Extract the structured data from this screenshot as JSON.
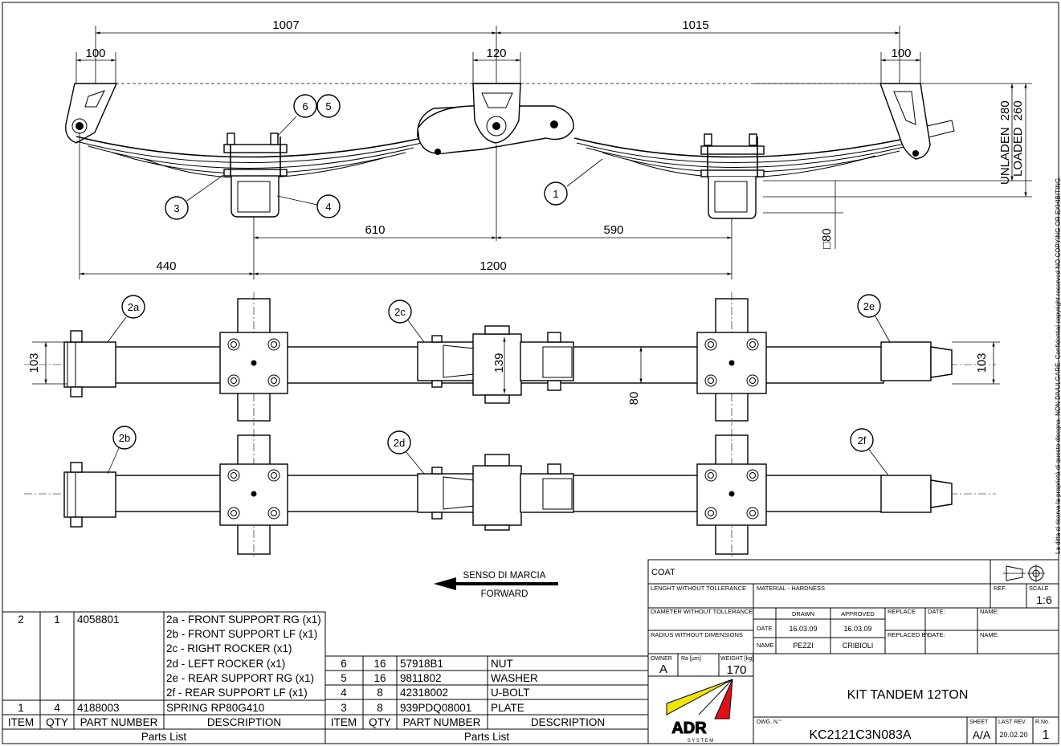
{
  "top_view_dims": {
    "d1007": "1007",
    "d1015": "1015",
    "d100a": "100",
    "d120": "120",
    "d100b": "100",
    "d610": "610",
    "d590": "590",
    "d440": "440",
    "d1200": "1200",
    "d80sq": "□80",
    "unladen": "UNLADEN",
    "unladen_val": "280",
    "loaded": "LOADED",
    "loaded_val": "260"
  },
  "plan_dims": {
    "d103a": "103",
    "d139": "139",
    "d80": "80",
    "d103b": "103"
  },
  "balloons": [
    "1",
    "3",
    "4",
    "6",
    "5",
    "2a",
    "2b",
    "2c",
    "2d",
    "2e",
    "2f"
  ],
  "direction": {
    "it": "SENSO DI MARCIA",
    "en": "FORWARD"
  },
  "side_notice": "La ditta si riserva la proprietà di questo disegno. NON DIVULGARE. Confidential copyright reserved NO COPYING OR EXHIBITING.",
  "parts_list_left": {
    "headers": [
      "ITEM",
      "QTY",
      "PART NUMBER",
      "DESCRIPTION"
    ],
    "rows": [
      {
        "item": "2",
        "qty": "1",
        "part": "4058801",
        "desc": [
          "2a - FRONT SUPPORT RG (x1)",
          "2b - FRONT SUPPORT LF (x1)",
          "2c - RIGHT ROCKER (x1)",
          "2d - LEFT ROCKER (x1)",
          "2e - REAR SUPPORT RG (x1)",
          "2f - REAR SUPPORT LF (x1)"
        ]
      },
      {
        "item": "1",
        "qty": "4",
        "part": "4188003",
        "desc": [
          "SPRING RP80G410"
        ]
      }
    ],
    "title": "Parts List"
  },
  "parts_list_right": {
    "headers": [
      "ITEM",
      "QTY",
      "PART NUMBER",
      "DESCRIPTION"
    ],
    "rows": [
      {
        "item": "6",
        "qty": "16",
        "part": "57918B1",
        "desc": "NUT"
      },
      {
        "item": "5",
        "qty": "16",
        "part": "9811802",
        "desc": "WASHER"
      },
      {
        "item": "4",
        "qty": "8",
        "part": "42318002",
        "desc": "U-BOLT"
      },
      {
        "item": "3",
        "qty": "8",
        "part": "939PDQ08001",
        "desc": "PLATE"
      }
    ],
    "title": "Parts List"
  },
  "title_block": {
    "coat": "COAT",
    "length_tol": "LENGHT WITHOUT TOLLERANCE",
    "material": "MATERIAL - HARDNESS",
    "ref": "REF.",
    "scale_label": "SCALE",
    "scale": "1:6",
    "diameter_tol": "DIAMETER WITHOUT TOLLERANCE",
    "drawn": "DRAWN",
    "approved": "APPROVED",
    "replace": "REPLACE",
    "date_label": "DATE:",
    "name_label": "NAME:",
    "date": "DATE",
    "drawn_date": "16.03.09",
    "approved_date": "16.03.09",
    "radius_tol": "RADIUS WITHOUT DIMENSIONS",
    "replaced_by": "REPLACED BY",
    "name": "NAME",
    "drawn_name": "PEZZI",
    "approved_name": "CRIBIOLI",
    "owner_label": "OWNER",
    "owner": "A",
    "ra_label": "Ra [µm]",
    "weight_label": "WEIGHT [kg]",
    "weight": "170",
    "title": "KIT TANDEM 12TON",
    "logo_text": "ADR",
    "logo_sub": "S Y S T E M",
    "dwg_label": "DWG. N.°",
    "dwg": "KC2121C3N083A",
    "sheet_label": "SHEET",
    "sheet": "A/A",
    "last_rev_label": "LAST REV.",
    "last_rev": "20.02.20",
    "rev_label": "R.No.",
    "rev": "1"
  },
  "colors": {
    "logo_yellow": "#f2e600",
    "logo_red": "#e0101a"
  }
}
